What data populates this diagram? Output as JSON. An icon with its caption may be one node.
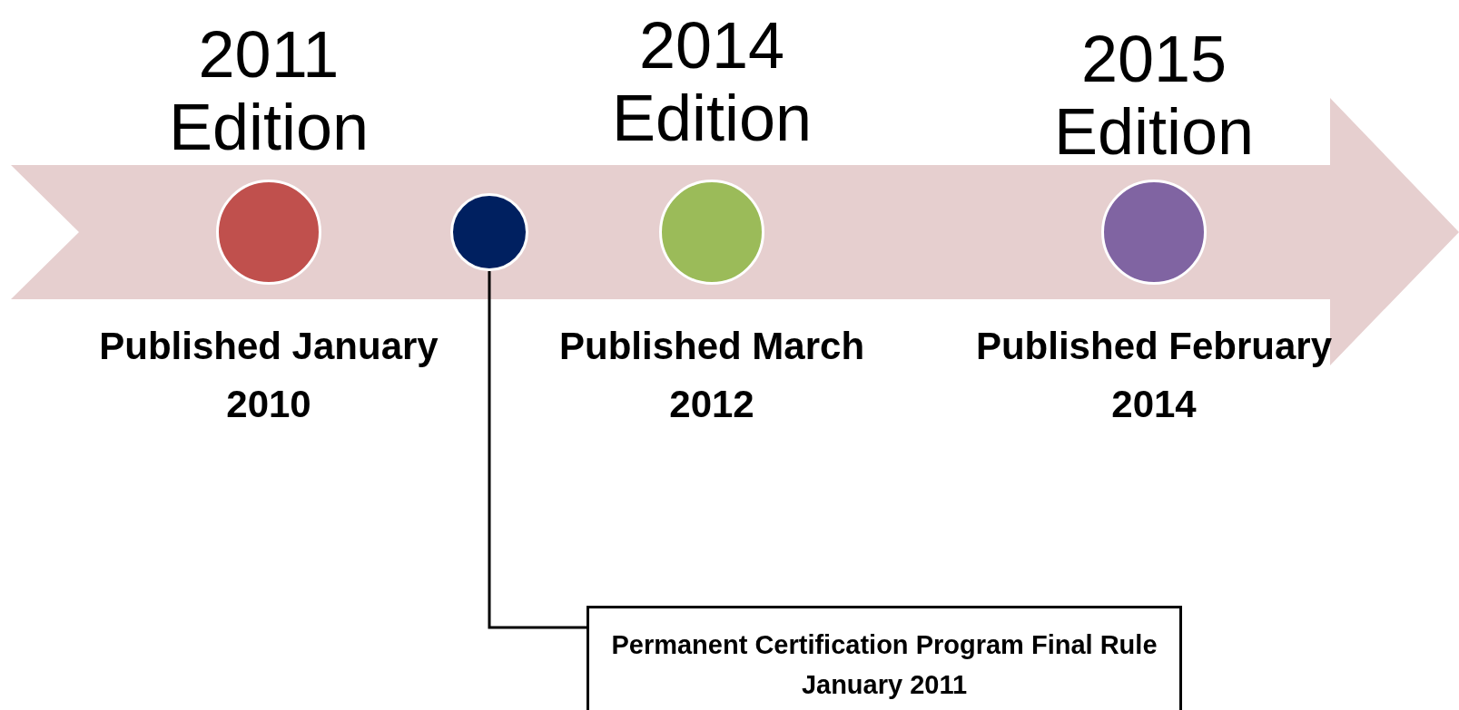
{
  "diagram": {
    "nodes": [
      {
        "text": [],
        "shape": "circle",
        "beside": [
          "2011 Edition",
          "Published January 2010"
        ]
      },
      {
        "text": [],
        "shape": "circle"
      },
      {
        "text": [],
        "shape": "circle",
        "beside": [
          "2014 Edition",
          "Published March 2012"
        ]
      },
      {
        "text": [],
        "shape": "circle",
        "beside": [
          "2015 Edition",
          "Published February 2014"
        ]
      },
      {
        "text": [
          "Permanent Certification Program Final Rule January 2011"
        ]
      }
    ],
    "edges": [
      {
        "from": 1,
        "to": 4,
        "arrow": "none"
      }
    ]
  }
}
